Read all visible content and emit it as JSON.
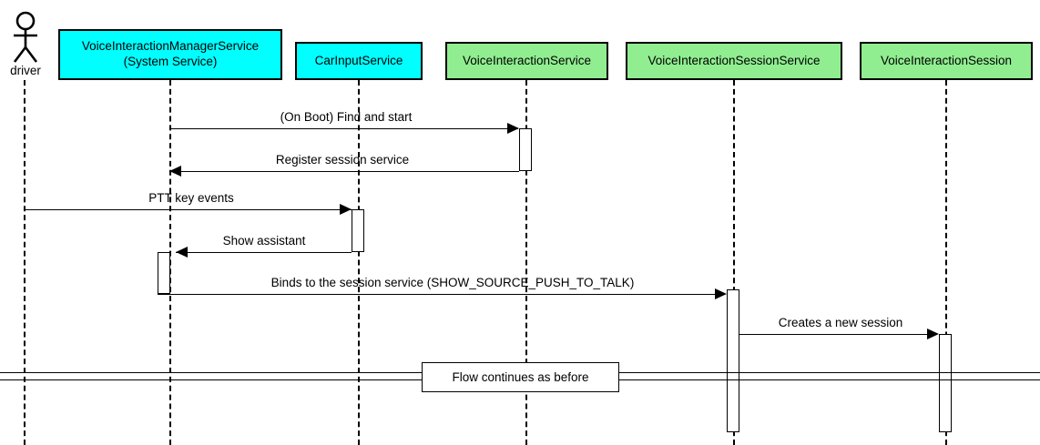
{
  "diagram": {
    "type": "uml-sequence-diagram",
    "background": "#ffffff",
    "line_color": "#000000",
    "colors": {
      "system_service": "#00ffff",
      "app_service": "#90ee90"
    },
    "actor": {
      "name": "driver",
      "label": "driver",
      "icon": "stick-figure-actor"
    },
    "participants": [
      {
        "id": "vims",
        "label_line1": "VoiceInteractionManagerService",
        "label_line2": "(System Service)",
        "color": "#00ffff"
      },
      {
        "id": "cis",
        "label_line1": "CarInputService",
        "label_line2": "",
        "color": "#00ffff"
      },
      {
        "id": "vis",
        "label_line1": "VoiceInteractionService",
        "label_line2": "",
        "color": "#90ee90"
      },
      {
        "id": "viss",
        "label_line1": "VoiceInteractionSessionService",
        "label_line2": "",
        "color": "#90ee90"
      },
      {
        "id": "session",
        "label_line1": "VoiceInteractionSession",
        "label_line2": "",
        "color": "#90ee90"
      }
    ],
    "messages": [
      {
        "id": "m1",
        "label": "(On Boot) Find and start",
        "from": "vims",
        "to": "vis",
        "direction": "right"
      },
      {
        "id": "m2",
        "label": "Register session service",
        "from": "vis",
        "to": "vims",
        "direction": "left"
      },
      {
        "id": "m3",
        "label": "PTT key events",
        "from": "driver",
        "to": "cis",
        "direction": "right"
      },
      {
        "id": "m4",
        "label": "Show assistant",
        "from": "cis",
        "to": "vims",
        "direction": "left"
      },
      {
        "id": "m5",
        "label": "Binds to the session service (SHOW_SOURCE_PUSH_TO_TALK)",
        "from": "vims",
        "to": "viss",
        "direction": "right"
      },
      {
        "id": "m6",
        "label": "Creates a new session",
        "from": "viss",
        "to": "session",
        "direction": "right"
      }
    ],
    "divider": {
      "label": "Flow continues as before",
      "style": "double-rule"
    }
  }
}
